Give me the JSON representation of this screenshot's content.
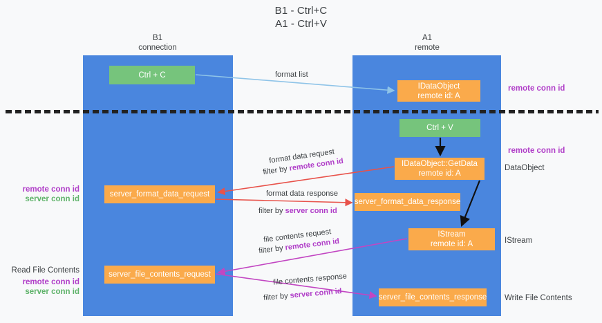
{
  "title": {
    "line1": "B1 - Ctrl+C",
    "line2": "A1 - Ctrl+V"
  },
  "lanes": [
    {
      "name": "B1",
      "subtitle": "connection",
      "color": "#4a86de"
    },
    {
      "name": "A1",
      "subtitle": "remote",
      "color": "#4a86de"
    }
  ],
  "nodes": {
    "ctrl_c": {
      "line1": "Ctrl + C",
      "color": "#76c47c"
    },
    "idataobject": {
      "line1": "IDataObject",
      "line2": "remote id: A",
      "color": "#faaa4b"
    },
    "ctrl_v": {
      "line1": "Ctrl + V",
      "color": "#76c47c"
    },
    "getdata": {
      "line1": "IDataObject::GetData",
      "line2": "remote id: A",
      "color": "#faaa4b"
    },
    "server_format_data_request": {
      "line1": "server_format_data_request",
      "color": "#faaa4b"
    },
    "server_format_data_response": {
      "line1": "server_format_data_response",
      "color": "#faaa4b"
    },
    "istream": {
      "line1": "IStream",
      "line2": "remote id: A",
      "color": "#faaa4b"
    },
    "server_file_contents_request": {
      "line1": "server_file_contents_request",
      "color": "#faaa4b"
    },
    "server_file_contents_response": {
      "line1": "server_file_contents_response",
      "color": "#faaa4b"
    }
  },
  "edge_labels": {
    "format_list": "format list",
    "format_data_request": "format data request",
    "format_data_request_filter_prefix": "filter by ",
    "format_data_request_filter_value": "remote conn id",
    "format_data_response": "format data response",
    "format_data_response_filter_prefix": "filter by ",
    "format_data_response_filter_value": "server conn id",
    "file_contents_request": "file contents request",
    "file_contents_request_filter_prefix": "filter by ",
    "file_contents_request_filter_value": "remote conn id",
    "file_contents_response": "file contents response",
    "file_contents_response_filter_prefix": "filter by ",
    "file_contents_response_filter_value": "server conn id"
  },
  "side_labels": {
    "remote_conn_id_top": "remote conn id",
    "remote_conn_id_mid": "remote conn id",
    "dataobject": "DataObject",
    "istream": "IStream",
    "write_file_contents": "Write File Contents",
    "read_file_contents": "Read File Contents",
    "left_remote_conn_id": "remote conn id",
    "left_server_conn_id": "server conn id",
    "left_remote_conn_id_2": "remote conn id",
    "left_server_conn_id_2": "server conn id"
  },
  "colors": {
    "lane_blue": "#4a86de",
    "node_orange": "#faaa4b",
    "node_green": "#76c47c",
    "purple_text": "#b03ec8",
    "green_text": "#5fb36a",
    "arrow_light_blue": "#8fc4e8",
    "arrow_red": "#e8524a",
    "arrow_magenta": "#c246c2",
    "arrow_black": "#111111",
    "divider_black": "#222222",
    "background": "#f8f9fa"
  }
}
